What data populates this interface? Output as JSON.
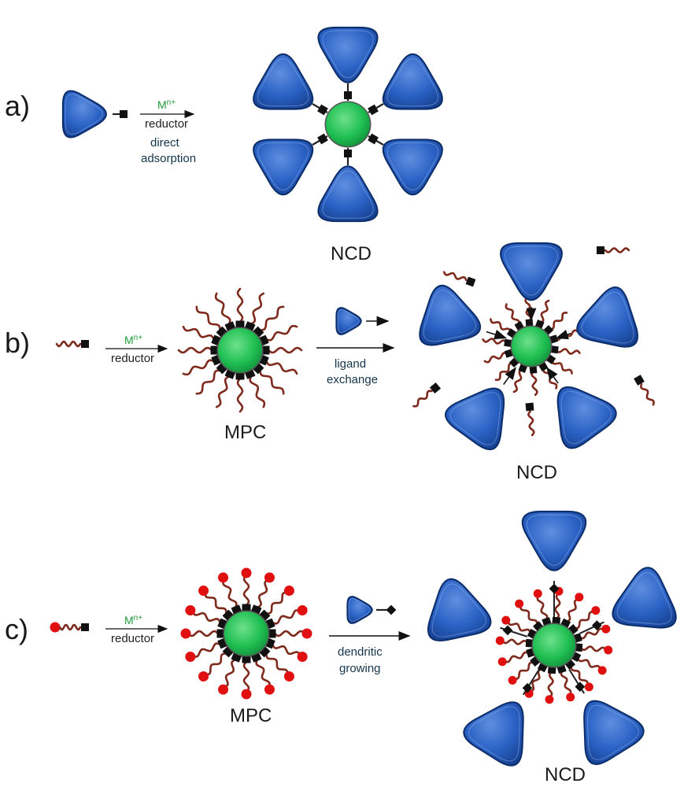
{
  "panels": [
    {
      "label": "a)",
      "metal": "M",
      "metal_sup": "n+",
      "reductor": "reductor",
      "step_text": [
        "direct",
        "adsorption"
      ],
      "product": "NCD"
    },
    {
      "label": "b)",
      "metal": "M",
      "metal_sup": "n+",
      "reductor": "reductor",
      "intermediate": "MPC",
      "step_text": [
        "ligand",
        "exchange"
      ],
      "product": "NCD"
    },
    {
      "label": "c)",
      "metal": "M",
      "metal_sup": "n+",
      "reductor": "reductor",
      "intermediate": "MPC",
      "step_text": [
        "dendritic",
        "growing"
      ],
      "product": "NCD"
    }
  ],
  "colors": {
    "dendron": "#2a62c4",
    "dendron_dark": "#0d2f6e",
    "core": "#1fbf52",
    "ligand": "#7e2a1c",
    "anchor": "#111111",
    "terminal": "#e01010",
    "metal_text": "#1f9c3c",
    "condition_text": "#14354a"
  }
}
